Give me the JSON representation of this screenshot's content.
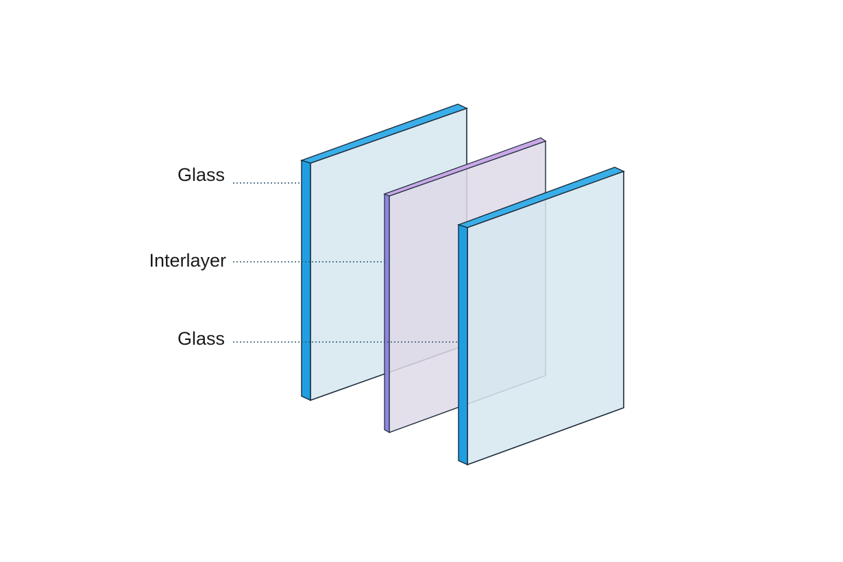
{
  "labels": {
    "glass_front": "Glass",
    "interlayer": "Interlayer",
    "glass_back": "Glass"
  },
  "colors": {
    "glass_face": "#d6e8f0",
    "glass_edge": "#1f9fe2",
    "glass_top": "#3aaee8",
    "interlayer_face": "#ded9e8",
    "interlayer_edge": "#8f86dd",
    "interlayer_top": "#c9a8e6",
    "outline": "#1b2a3a",
    "leader": "#27506e",
    "label": "#1a1a1a"
  }
}
